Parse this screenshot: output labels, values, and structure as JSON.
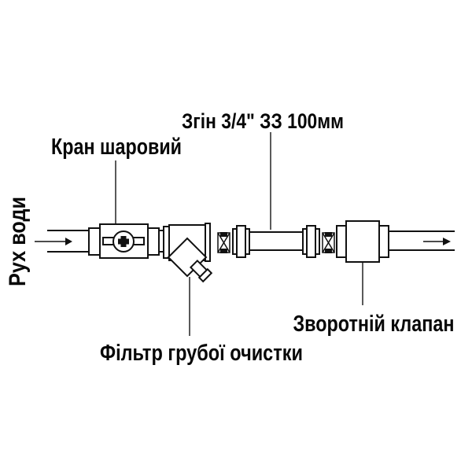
{
  "diagram": {
    "type": "plumbing-schematic",
    "flow_label": "Рух води",
    "components": {
      "ball_valve": {
        "label": "Кран шаровий"
      },
      "nipple": {
        "label": "Згін 3/4\" ЗЗ 100мм"
      },
      "strainer": {
        "label": "Фільтр грубої очистки"
      },
      "check_valve": {
        "label": "Зворотній клапан"
      }
    },
    "colors": {
      "line": "#111111",
      "leader": "#3d3d3d",
      "text": "#070707",
      "background": "#ffffff"
    }
  }
}
